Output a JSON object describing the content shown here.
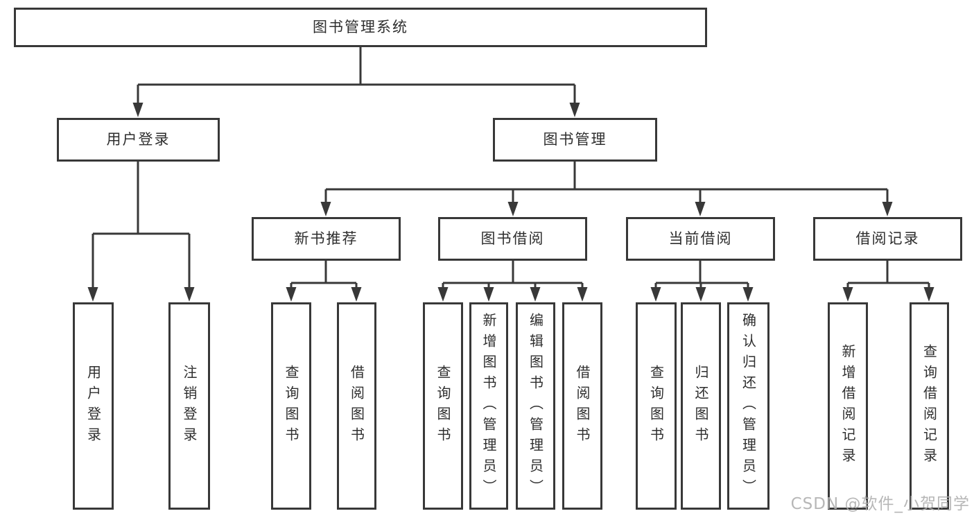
{
  "nodes": {
    "root": {
      "label": "图书管理系统"
    },
    "user_login": {
      "label": "用户登录"
    },
    "book_mgmt": {
      "label": "图书管理"
    },
    "new_book_rec": {
      "label": "新书推荐"
    },
    "book_borrow": {
      "label": "图书借阅"
    },
    "current_borrow": {
      "label": "当前借阅"
    },
    "borrow_records": {
      "label": "借阅记录"
    },
    "leaf_user_login": {
      "label": "用户登录"
    },
    "leaf_logout": {
      "label": "注销登录"
    },
    "leaf_rec_query_books": {
      "label": "查询图书"
    },
    "leaf_rec_borrow_books": {
      "label": "借阅图书"
    },
    "leaf_bor_query_books": {
      "label": "查询图书"
    },
    "leaf_bor_add_books": {
      "label": "新增图书（管理员）"
    },
    "leaf_bor_edit_books": {
      "label": "编辑图书（管理员）"
    },
    "leaf_bor_borrow_books": {
      "label": "借阅图书"
    },
    "leaf_cur_query_books": {
      "label": "查询图书"
    },
    "leaf_cur_return_books": {
      "label": "归还图书"
    },
    "leaf_cur_confirm_return": {
      "label": "确认归还（管理员）"
    },
    "leaf_rcd_add_record": {
      "label": "新增借阅记录"
    },
    "leaf_rcd_query_record": {
      "label": "查询借阅记录"
    }
  },
  "hierarchy": [
    {
      "parent": "图书管理系统",
      "children": [
        "用户登录",
        "图书管理"
      ]
    },
    {
      "parent": "用户登录",
      "children": [
        "用户登录",
        "注销登录"
      ]
    },
    {
      "parent": "图书管理",
      "children": [
        "新书推荐",
        "图书借阅",
        "当前借阅",
        "借阅记录"
      ]
    },
    {
      "parent": "新书推荐",
      "children": [
        "查询图书",
        "借阅图书"
      ]
    },
    {
      "parent": "图书借阅",
      "children": [
        "查询图书",
        "新增图书（管理员）",
        "编辑图书（管理员）",
        "借阅图书"
      ]
    },
    {
      "parent": "当前借阅",
      "children": [
        "查询图书",
        "归还图书",
        "确认归还（管理员）"
      ]
    },
    {
      "parent": "借阅记录",
      "children": [
        "新增借阅记录",
        "查询借阅记录"
      ]
    }
  ],
  "watermark": {
    "text": "CSDN @软件_小贺同学"
  },
  "colors": {
    "line": "#383838",
    "text": "#2e2e2e",
    "background": "#ffffff",
    "watermark": "#b0b0b0"
  }
}
